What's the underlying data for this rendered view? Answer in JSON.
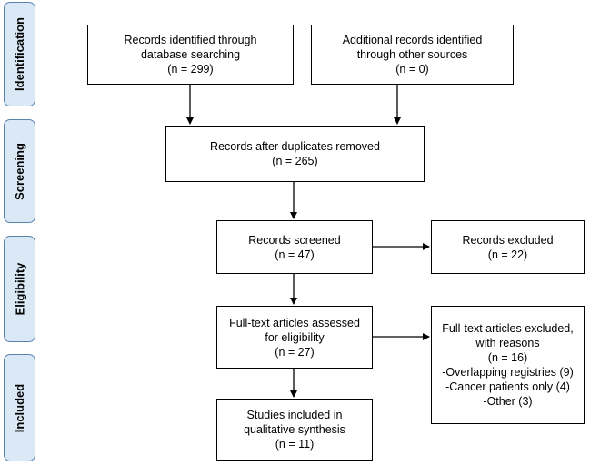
{
  "stages": {
    "identification": "Identification",
    "screening": "Screening",
    "eligibility": "Eligibility",
    "included": "Included"
  },
  "boxes": {
    "db_records": {
      "lines": [
        "Records identified through",
        "database searching",
        "(n = 299)"
      ]
    },
    "other_records": {
      "lines": [
        "Additional records identified",
        "through other sources",
        "(n = 0)"
      ]
    },
    "after_duplicates": {
      "lines": [
        "Records after duplicates removed",
        "(n = 265)"
      ]
    },
    "screened": {
      "lines": [
        "Records screened",
        "(n = 47)"
      ]
    },
    "excluded": {
      "lines": [
        "Records excluded",
        "(n = 22)"
      ]
    },
    "fulltext_assessed": {
      "lines": [
        "Full-text articles assessed",
        "for eligibility",
        "(n = 27)"
      ]
    },
    "fulltext_excluded": {
      "lines": [
        "Full-text articles excluded,",
        "with reasons",
        "(n = 16)",
        "-Overlapping registries (9)",
        "-Cancer patients only (4)",
        "-Other (3)"
      ]
    },
    "included": {
      "lines": [
        "Studies included in",
        "qualitative synthesis",
        "(n = 11)"
      ]
    }
  }
}
